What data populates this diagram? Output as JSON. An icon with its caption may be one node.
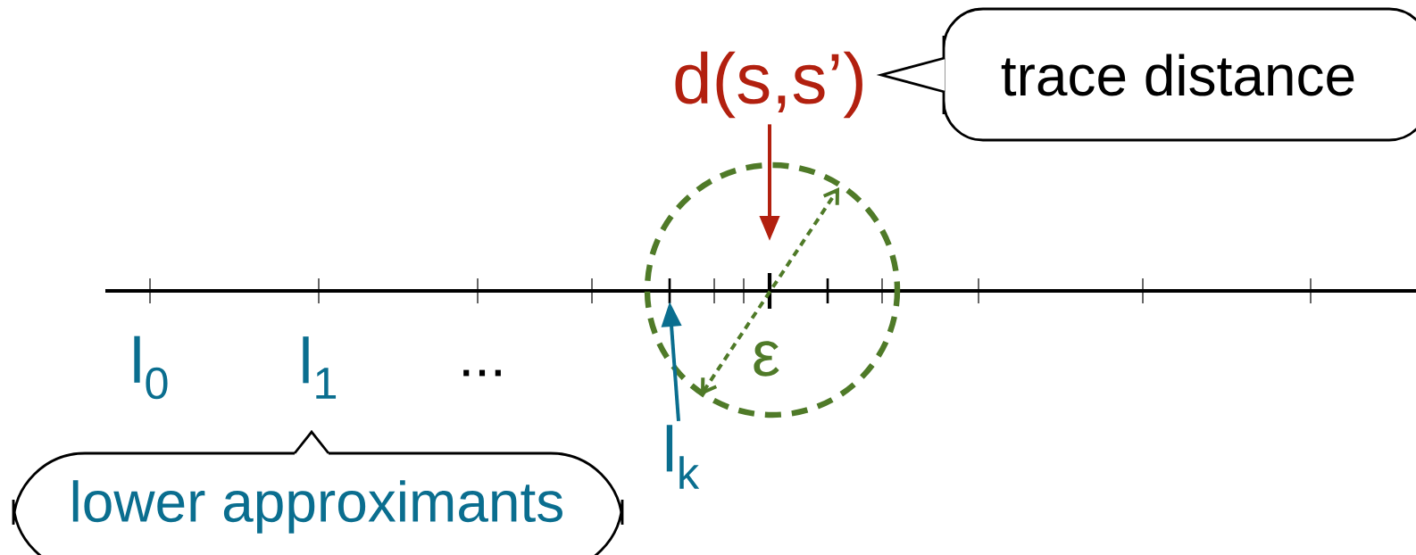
{
  "diagram": {
    "nodes": [
      {
        "text": [
          "trace distance"
        ]
      },
      {
        "text": [
          "lower approximants"
        ]
      },
      {
        "text": [
          "d(s,s’)"
        ]
      },
      {
        "text": [
          "l$_{k}$"
        ]
      }
    ],
    "edges": [
      {
        "from": 2,
        "to": null,
        "arrow": "to",
        "color": "#b2200f"
      },
      {
        "from": 3,
        "to": null,
        "arrow": "to",
        "color": "#0a6e8f"
      }
    ],
    "labels": [
      "l$_{0}$",
      "l$_{1}$",
      "...",
      "ε"
    ]
  }
}
